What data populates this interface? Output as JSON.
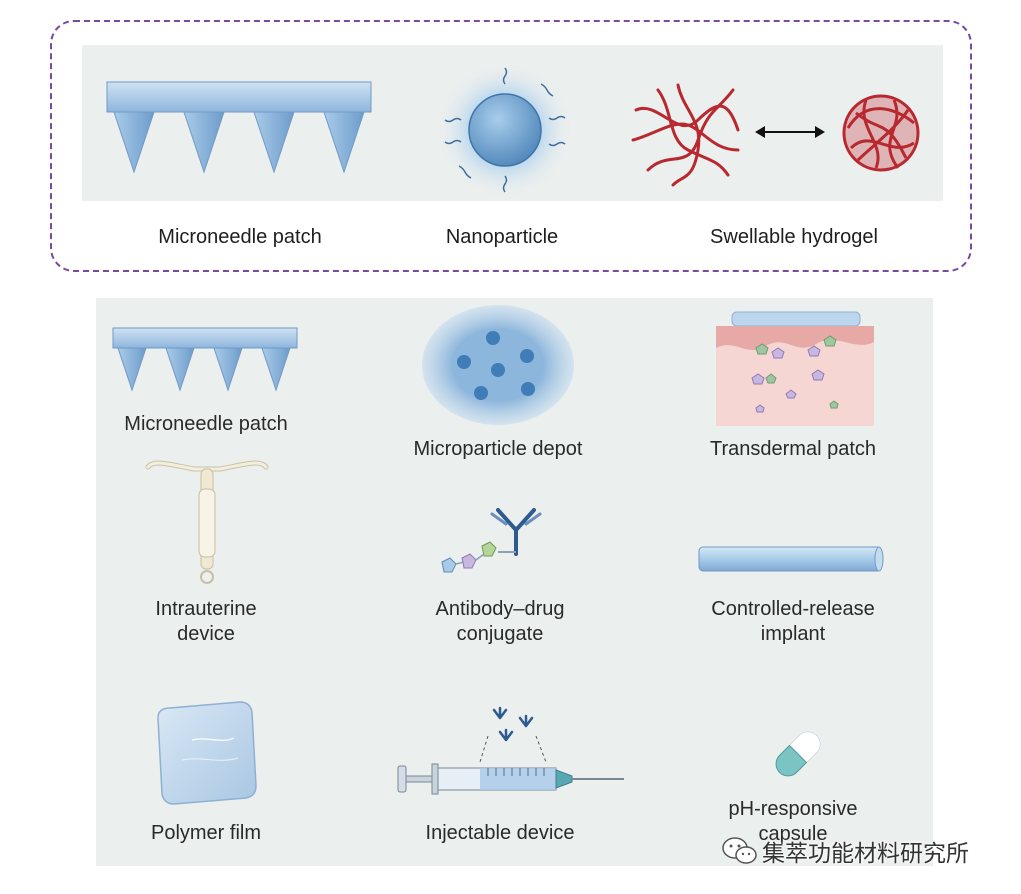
{
  "top_section": {
    "labels": {
      "microneedle": "Microneedle patch",
      "nanoparticle": "Nanoparticle",
      "hydrogel": "Swellable hydrogel"
    }
  },
  "bottom_section": {
    "labels": {
      "microneedle": "Microneedle patch",
      "microparticle": "Microparticle depot",
      "transdermal": "Transdermal patch",
      "iud_line1": "Intrauterine",
      "iud_line2": "device",
      "adc_line1": "Antibody–drug",
      "adc_line2": "conjugate",
      "implant_line1": "Controlled-release",
      "implant_line2": "implant",
      "film": "Polymer film",
      "injectable": "Injectable device",
      "capsule_line1": "pH-responsive",
      "capsule_line2": "capsule"
    }
  },
  "watermark": {
    "text": "集萃功能材料研究所",
    "icon": "wechat-icon"
  },
  "colors": {
    "frame_dashed": "#7a4a9c",
    "panel_bg": "#ebefee",
    "device_blue": "#9fc4e6",
    "hydrogel_red": "#b8292f",
    "antibody_blue": "#2e5a8f"
  }
}
